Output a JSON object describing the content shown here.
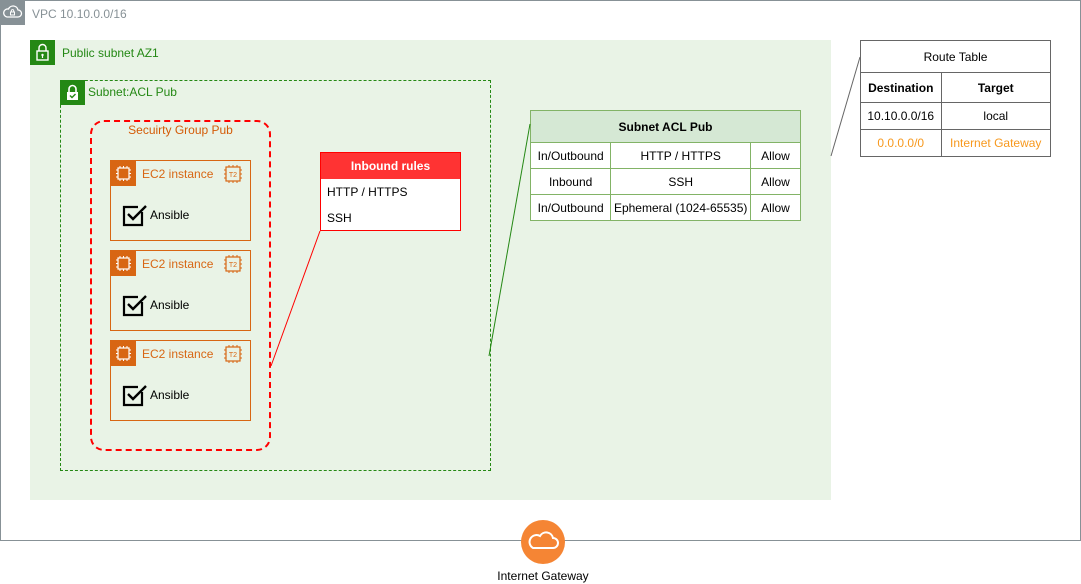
{
  "vpc": {
    "label": "VPC 10.10.0.0/16",
    "icon": "vpc-cloud-icon"
  },
  "subnet": {
    "label": "Public subnet AZ1",
    "icon": "lock-icon"
  },
  "acl": {
    "label": "Subnet:ACL Pub",
    "icon": "shield-lock-icon"
  },
  "security_group": {
    "label": "Secuirty Group Pub"
  },
  "instances": [
    {
      "label": "EC2 instance",
      "badge": "T2",
      "tool": "Ansible"
    },
    {
      "label": "EC2 instance",
      "badge": "T2",
      "tool": "Ansible"
    },
    {
      "label": "EC2 instance",
      "badge": "T2",
      "tool": "Ansible"
    }
  ],
  "inbound_rules": {
    "title": "Inbound rules",
    "rows": [
      "HTTP / HTTPS",
      "SSH"
    ]
  },
  "acl_table": {
    "title": "Subnet ACL Pub",
    "rows": [
      [
        "In/Outbound",
        "HTTP  /  HTTPS",
        "Allow"
      ],
      [
        "Inbound",
        "SSH",
        "Allow"
      ],
      [
        "In/Outbound",
        "Ephemeral (1024-65535)",
        "Allow"
      ]
    ]
  },
  "route_table": {
    "title": "Route Table",
    "headers": [
      "Destination",
      "Target"
    ],
    "rows": [
      [
        "10.10.0.0/16",
        "local"
      ],
      [
        "0.0.0.0/0",
        "Internet Gateway"
      ]
    ]
  },
  "internet_gateway": {
    "label": "Internet Gateway",
    "icon": "cloud-icon"
  },
  "colors": {
    "vpc": "#879196",
    "subnet_green": "#248814",
    "subnet_fill": "#e9f3e6",
    "security_group": "#ff0000",
    "ec2_orange": "#d86613",
    "inbound_header": "#ff3333",
    "acl_header": "#d5e8d4",
    "route_orange": "#f7981d",
    "igw": "#f58534"
  }
}
